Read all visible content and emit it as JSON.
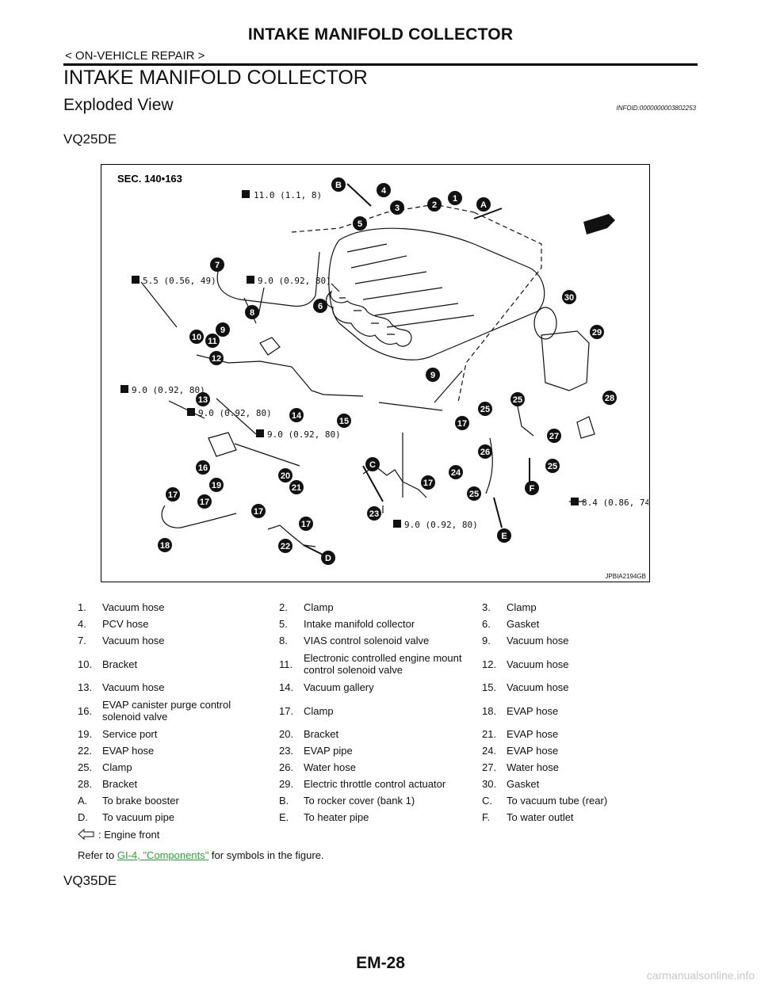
{
  "header": {
    "title": "INTAKE MANIFOLD COLLECTOR",
    "breadcrumb": "< ON-VEHICLE REPAIR >"
  },
  "section_title": "INTAKE MANIFOLD COLLECTOR",
  "subsection_title": "Exploded View",
  "info_id": "INFOID:0000000003802253",
  "engine_1": "VQ25DE",
  "diagram": {
    "sec_label": "SEC. 140•163",
    "figure_id": "JPBIA2194GB",
    "torques": [
      "11.0 (1.1, 8)",
      "5.5 (0.56, 49)",
      "9.0 (0.92, 80)",
      "9.0 (0.92, 80)",
      "9.0 (0.92, 80)",
      "9.0 (0.92, 80)",
      "9.0 (0.92, 80)",
      "8.4 (0.86, 74)"
    ],
    "callouts": [
      "1",
      "2",
      "3",
      "4",
      "5",
      "6",
      "7",
      "8",
      "9",
      "9",
      "10",
      "11",
      "12",
      "13",
      "14",
      "15",
      "16",
      "17",
      "17",
      "17",
      "17",
      "17",
      "17",
      "18",
      "19",
      "20",
      "21",
      "22",
      "23",
      "24",
      "25",
      "25",
      "25",
      "25",
      "26",
      "27",
      "28",
      "29",
      "30",
      "A",
      "B",
      "C",
      "D",
      "E",
      "F"
    ]
  },
  "legend": [
    [
      {
        "n": "1.",
        "t": "Vacuum hose"
      },
      {
        "n": "2.",
        "t": "Clamp"
      },
      {
        "n": "3.",
        "t": "Clamp"
      }
    ],
    [
      {
        "n": "4.",
        "t": "PCV hose"
      },
      {
        "n": "5.",
        "t": "Intake manifold collector"
      },
      {
        "n": "6.",
        "t": "Gasket"
      }
    ],
    [
      {
        "n": "7.",
        "t": "Vacuum hose"
      },
      {
        "n": "8.",
        "t": "VIAS control solenoid valve"
      },
      {
        "n": "9.",
        "t": "Vacuum hose"
      }
    ],
    [
      {
        "n": "10.",
        "t": "Bracket"
      },
      {
        "n": "11.",
        "t": "Electronic controlled engine mount control solenoid valve"
      },
      {
        "n": "12.",
        "t": "Vacuum hose"
      }
    ],
    [
      {
        "n": "13.",
        "t": "Vacuum hose"
      },
      {
        "n": "14.",
        "t": "Vacuum gallery"
      },
      {
        "n": "15.",
        "t": "Vacuum hose"
      }
    ],
    [
      {
        "n": "16.",
        "t": "EVAP canister purge control solenoid valve"
      },
      {
        "n": "17.",
        "t": "Clamp"
      },
      {
        "n": "18.",
        "t": "EVAP hose"
      }
    ],
    [
      {
        "n": "19.",
        "t": "Service port"
      },
      {
        "n": "20.",
        "t": "Bracket"
      },
      {
        "n": "21.",
        "t": "EVAP hose"
      }
    ],
    [
      {
        "n": "22.",
        "t": "EVAP hose"
      },
      {
        "n": "23.",
        "t": "EVAP pipe"
      },
      {
        "n": "24.",
        "t": "EVAP hose"
      }
    ],
    [
      {
        "n": "25.",
        "t": "Clamp"
      },
      {
        "n": "26.",
        "t": "Water hose"
      },
      {
        "n": "27.",
        "t": "Water hose"
      }
    ],
    [
      {
        "n": "28.",
        "t": "Bracket"
      },
      {
        "n": "29.",
        "t": "Electric throttle control actuator"
      },
      {
        "n": "30.",
        "t": "Gasket"
      }
    ],
    [
      {
        "n": "A.",
        "t": "To brake booster"
      },
      {
        "n": "B.",
        "t": "To rocker cover (bank 1)"
      },
      {
        "n": "C.",
        "t": "To vacuum tube (rear)"
      }
    ],
    [
      {
        "n": "D.",
        "t": "To vacuum pipe"
      },
      {
        "n": "E.",
        "t": "To heater pipe"
      },
      {
        "n": "F.",
        "t": "To water outlet"
      }
    ]
  ],
  "engine_front_label": ": Engine front",
  "refer": {
    "before": "Refer to ",
    "link": "GI-4, \"Components\"",
    "after": " for symbols in the figure."
  },
  "engine_2": "VQ35DE",
  "page_number": "EM-28",
  "watermark": "carmanualsonline.info"
}
